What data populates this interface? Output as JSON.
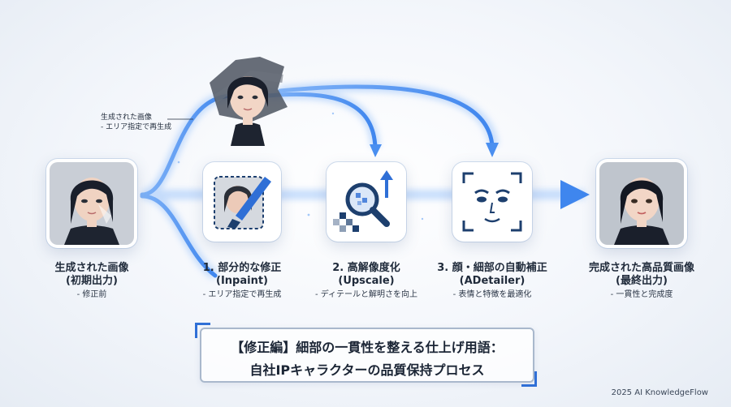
{
  "annotation": {
    "line1": "生成された画像",
    "line2": "- エリア指定で再生成"
  },
  "stages": [
    {
      "title": "生成された画像",
      "subtitle": "(初期出力)",
      "note": "- 修正前",
      "icon": "portrait-image"
    },
    {
      "title": "1. 部分的な修正",
      "subtitle": "(Inpaint)",
      "note": "- エリア指定で再生成",
      "icon": "brush-icon"
    },
    {
      "title": "2. 高解像度化",
      "subtitle": "(Upscale)",
      "note": "- ディテールと解明さを向上",
      "icon": "magnifier-icon"
    },
    {
      "title": "3. 顔・細部の自動補正",
      "subtitle": "(ADetailer)",
      "note": "- 表情と特徴を最適化",
      "icon": "face-scan-icon"
    },
    {
      "title": "完成された高品質画像",
      "subtitle": "(最終出力)",
      "note": "- 一貫性と完成度",
      "icon": "portrait-image"
    }
  ],
  "title": {
    "line1": "【修正編】細部の一貫性を整える仕上げ用語：",
    "line2": "自社IPキャラクターの品質保持プロセス"
  },
  "credit": "2025 AI KnowledgeFlow",
  "colors": {
    "flow": "#4a8ff0",
    "accent": "#2f6fd6",
    "navy": "#1d3f6e",
    "skin": "#f2d6c6",
    "hair": "#1a1f2b"
  }
}
